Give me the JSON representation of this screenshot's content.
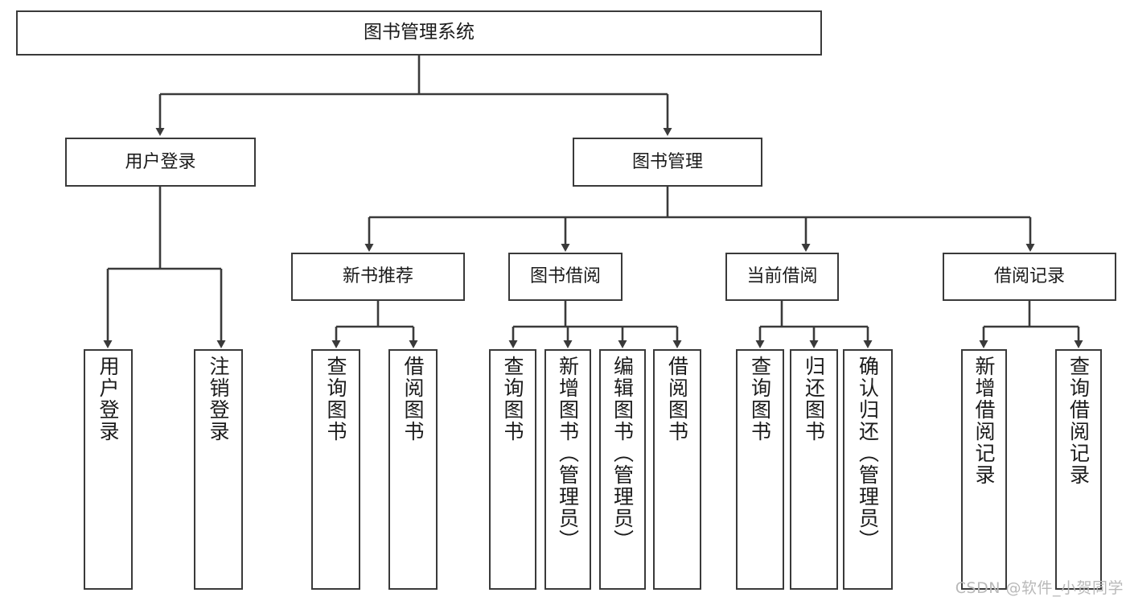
{
  "diagram": {
    "type": "tree-hierarchy-chart",
    "title": "图书管理系统",
    "colors": {
      "stroke": "#3a3a3a",
      "background": "#ffffff",
      "text": "#1b1b1b",
      "watermark": "#b9b9b9"
    },
    "levels": {
      "level1": [
        "图书管理系统"
      ],
      "level2": [
        "用户登录",
        "图书管理"
      ],
      "level3": [
        "新书推荐",
        "图书借阅",
        "当前借阅",
        "借阅记录"
      ],
      "level4": [
        "用户登录",
        "注销登录",
        "查询图书",
        "借阅图书",
        "查询图书",
        "新增图书（管理员）",
        "编辑图书（管理员）",
        "借阅图书",
        "查询图书",
        "归还图书",
        "确认归还（管理员）",
        "新增借阅记录",
        "查询借阅记录"
      ]
    },
    "nodes": {
      "root": {
        "label": "图书管理系统"
      },
      "user_login": {
        "label": "用户登录"
      },
      "book_manage": {
        "label": "图书管理"
      },
      "new_book_rec": {
        "label": "新书推荐"
      },
      "book_borrow": {
        "label": "图书借阅"
      },
      "current_borrow": {
        "label": "当前借阅"
      },
      "borrow_record": {
        "label": "借阅记录"
      },
      "leaf_user_login": {
        "label": "用户登录"
      },
      "leaf_logout": {
        "label": "注销登录"
      },
      "leaf_query_book_1": {
        "label": "查询图书"
      },
      "leaf_borrow_book_1": {
        "label": "借阅图书"
      },
      "leaf_query_book_2": {
        "label": "查询图书"
      },
      "leaf_add_book_admin": {
        "label": "新增图书（管理员）"
      },
      "leaf_edit_book_admin": {
        "label": "编辑图书（管理员）"
      },
      "leaf_borrow_book_2": {
        "label": "借阅图书"
      },
      "leaf_query_book_3": {
        "label": "查询图书"
      },
      "leaf_return_book": {
        "label": "归还图书"
      },
      "leaf_confirm_return_admin": {
        "label": "确认归还（管理员）"
      },
      "leaf_add_record": {
        "label": "新增借阅记录"
      },
      "leaf_query_record": {
        "label": "查询借阅记录"
      }
    },
    "edges": [
      {
        "from": "root",
        "to": "user_login"
      },
      {
        "from": "root",
        "to": "book_manage"
      },
      {
        "from": "user_login",
        "to": "leaf_user_login"
      },
      {
        "from": "user_login",
        "to": "leaf_logout"
      },
      {
        "from": "book_manage",
        "to": "new_book_rec"
      },
      {
        "from": "book_manage",
        "to": "book_borrow"
      },
      {
        "from": "book_manage",
        "to": "current_borrow"
      },
      {
        "from": "book_manage",
        "to": "borrow_record"
      },
      {
        "from": "new_book_rec",
        "to": "leaf_query_book_1"
      },
      {
        "from": "new_book_rec",
        "to": "leaf_borrow_book_1"
      },
      {
        "from": "book_borrow",
        "to": "leaf_query_book_2"
      },
      {
        "from": "book_borrow",
        "to": "leaf_add_book_admin"
      },
      {
        "from": "book_borrow",
        "to": "leaf_edit_book_admin"
      },
      {
        "from": "book_borrow",
        "to": "leaf_borrow_book_2"
      },
      {
        "from": "current_borrow",
        "to": "leaf_query_book_3"
      },
      {
        "from": "current_borrow",
        "to": "leaf_return_book"
      },
      {
        "from": "current_borrow",
        "to": "leaf_confirm_return_admin"
      },
      {
        "from": "borrow_record",
        "to": "leaf_add_record"
      },
      {
        "from": "borrow_record",
        "to": "leaf_query_record"
      }
    ]
  },
  "watermark": {
    "text": "CSDN @软件_小贺同学"
  }
}
